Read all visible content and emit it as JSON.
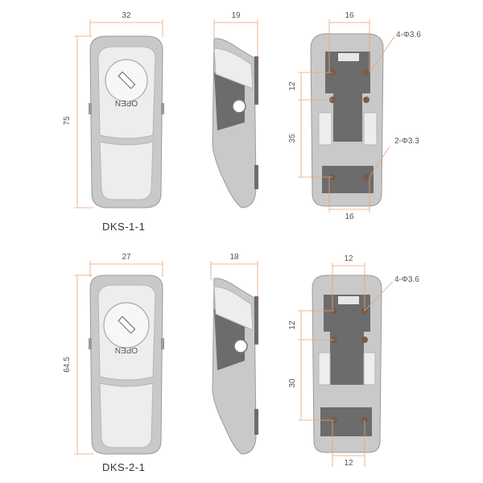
{
  "models": [
    {
      "caption": "DKS-1-1",
      "front": {
        "width": "32",
        "height": "75",
        "key_text": "OPEN"
      },
      "side": {
        "width": "19"
      },
      "back": {
        "top_spacing": "16",
        "bottom_spacing": "16",
        "v_spacing": "12",
        "v_gap": "35",
        "top_holes": "4-Φ3.6",
        "bottom_holes": "2-Φ3.3"
      }
    },
    {
      "caption": "DKS-2-1",
      "front": {
        "width": "27",
        "height": "64.5",
        "key_text": "OPEN"
      },
      "side": {
        "width": "18"
      },
      "back": {
        "top_spacing": "12",
        "bottom_spacing": "12",
        "v_spacing": "12",
        "v_gap": "30",
        "top_holes": "4-Φ3.6"
      }
    }
  ],
  "colors": {
    "dimension_line": "#e8a47a",
    "body": "#c9c9c9",
    "shadow": "#6c6c6c"
  }
}
